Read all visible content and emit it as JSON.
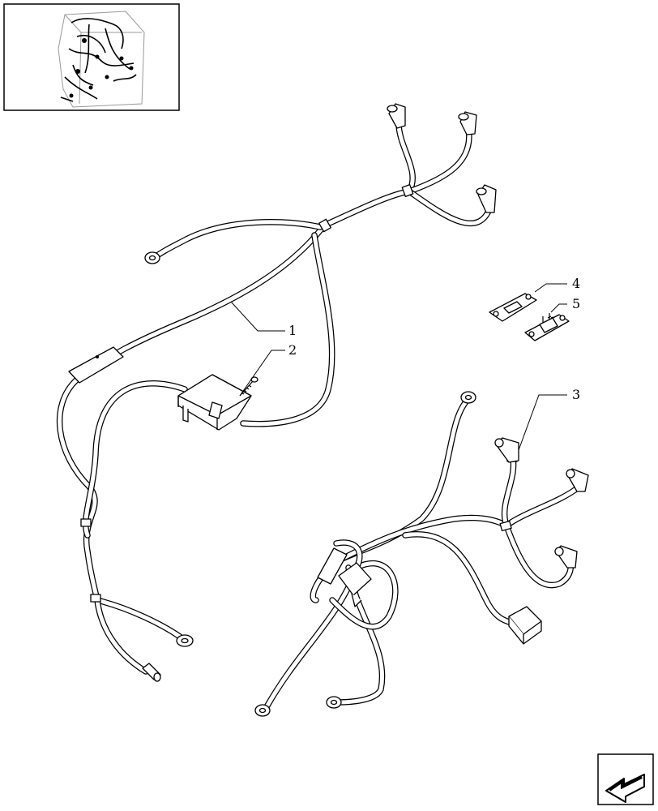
{
  "callouts": [
    {
      "id": "1",
      "label": "1"
    },
    {
      "id": "2",
      "label": "2"
    },
    {
      "id": "3",
      "label": "3"
    },
    {
      "id": "4",
      "label": "4"
    },
    {
      "id": "5",
      "label": "5"
    }
  ],
  "icons": {
    "thumbnail": "tractor-cab-harness-thumbnail-icon",
    "navigation": "next-page-arrow-icon"
  }
}
